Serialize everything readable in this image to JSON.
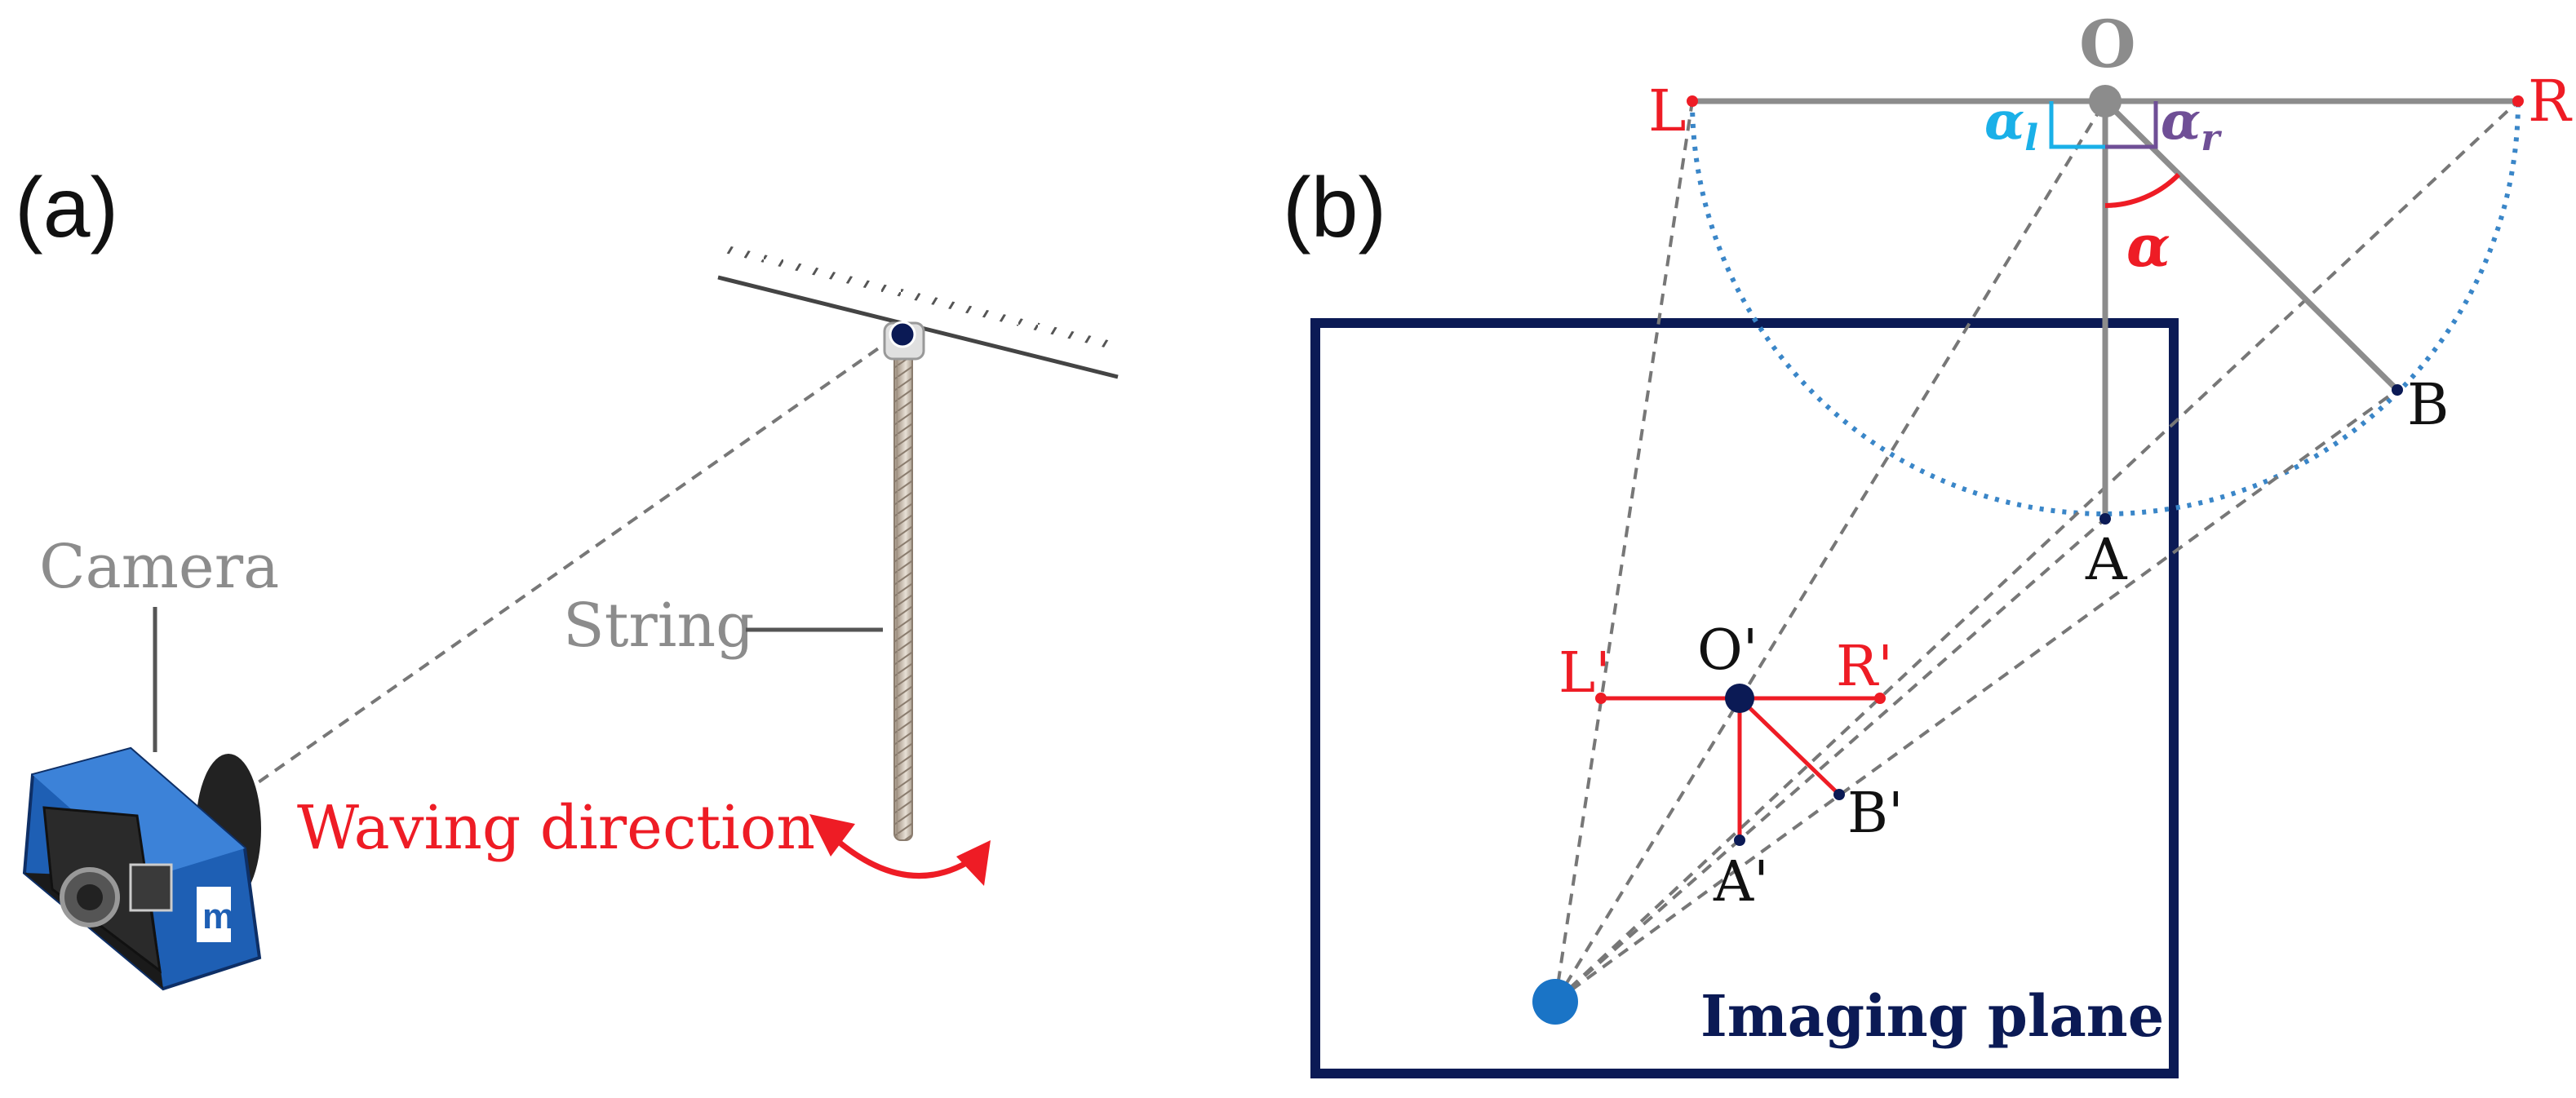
{
  "panel_a": {
    "label": "(a)",
    "camera_label": "Camera",
    "string_label": "String",
    "waving_label": "Waving direction"
  },
  "panel_b": {
    "label": "(b)",
    "point_o": "O",
    "point_l": "L",
    "point_r": "R",
    "point_a": "A",
    "point_b": "B",
    "angle_alpha": "α",
    "angle_alpha_l": "α",
    "angle_alpha_l_sub": "l",
    "angle_alpha_r": "α",
    "angle_alpha_r_sub": "r",
    "point_o_prime": "O'",
    "point_l_prime": "L'",
    "point_r_prime": "R'",
    "point_a_prime": "A'",
    "point_b_prime": "B'",
    "imaging_plane_label": "Imaging plane"
  },
  "colors": {
    "red": "#ee1c25",
    "navy": "#0b1a55",
    "gray": "#8c8c8c",
    "cyan": "#1ab0e8",
    "purple": "#6f4f96",
    "dotted_blue": "#3a86c8",
    "camera_blue": "#1e5fb4",
    "focal_blue": "#1a74c6"
  }
}
